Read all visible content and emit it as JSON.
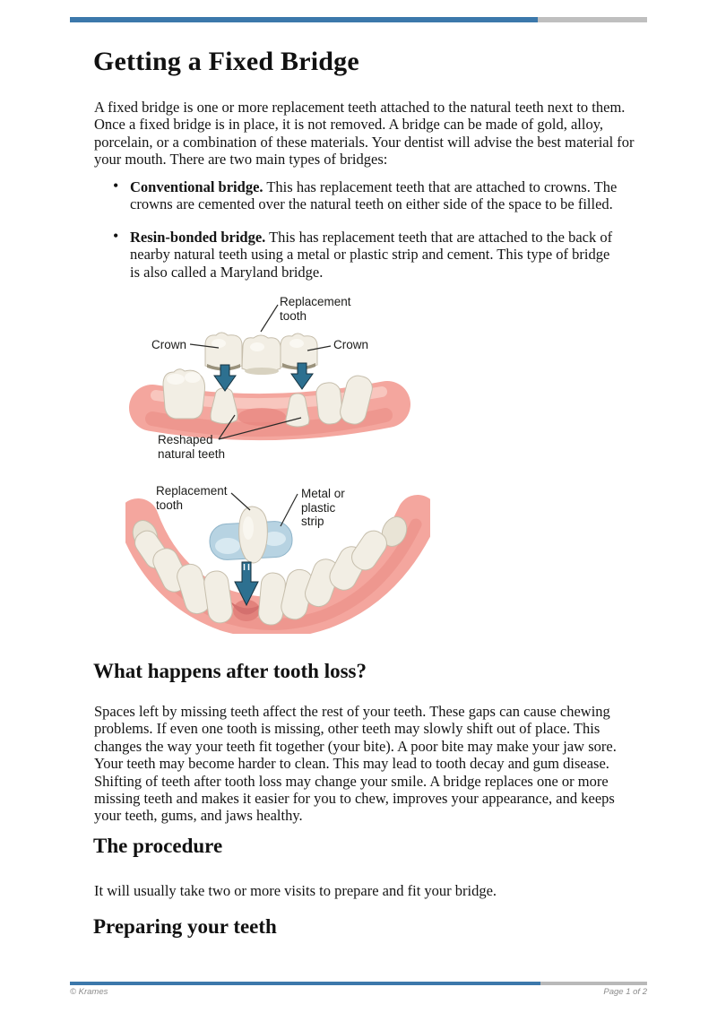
{
  "title": "Getting a Fixed Bridge",
  "intro": "A fixed bridge is one or more replacement teeth attached to the natural teeth next to them. Once a fixed bridge is in place, it is not removed. A bridge can be made of gold, alloy, porcelain, or a combination of these materials. Your dentist will advise the best material for your mouth. There are two main types of bridges:",
  "bullets": [
    {
      "term": "Conventional bridge.",
      "text": " This has replacement teeth that are attached to crowns. The crowns are cemented over the natural teeth on either side of the space to be filled."
    },
    {
      "term": "Resin-bonded bridge.",
      "text": " This has replacement teeth that are attached to the back of nearby natural teeth using a metal or plastic strip and cement. This type of bridge is also called a Maryland bridge."
    }
  ],
  "figure_conventional": {
    "label_replacement_tooth": "Replacement\ntooth",
    "label_crown_left": "Crown",
    "label_crown_right": "Crown",
    "label_reshaped": "Reshaped\nnatural teeth"
  },
  "figure_resin": {
    "label_replacement_tooth": "Replacement\ntooth",
    "label_strip": "Metal or\nplastic\nstrip"
  },
  "sections": {
    "tooth_loss": {
      "heading": "What happens after tooth loss?",
      "body": "Spaces left by missing teeth affect the rest of your teeth. These gaps can cause chewing problems. If even one tooth is missing, other teeth may slowly shift out of place. This changes the way your teeth fit together (your bite). A poor bite may make your jaw sore. Your teeth may become harder to clean. This may lead to tooth decay and gum disease. Shifting of teeth after tooth loss may change your smile. A bridge replaces one or more missing teeth and makes it easier for you to chew, improves your appearance, and keeps your teeth, gums, and jaws healthy."
    },
    "procedure": {
      "heading": "The procedure",
      "body": "It will usually take two or more visits to prepare and fit your bridge."
    },
    "preparing": {
      "heading": "Preparing your teeth"
    }
  },
  "footer": {
    "copyright": "© Krames",
    "page_number": "Page 1 of 2"
  },
  "colors": {
    "accent_bar_blue": "#3c78ab",
    "accent_bar_gray": "#bfbfbf",
    "arrow_blue": "#2d7090",
    "gum_pink": "#f4a69e",
    "strip_blue": "#b7d3e2",
    "tooth_ivory": "#f2eee4"
  }
}
